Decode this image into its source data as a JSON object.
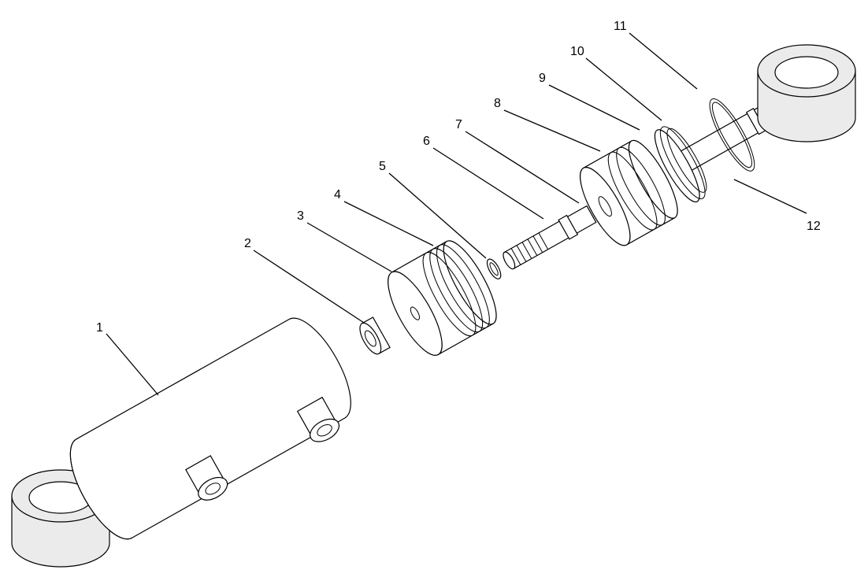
{
  "diagram": {
    "type": "exploded parts view",
    "callouts": [
      {
        "number": "1"
      },
      {
        "number": "2"
      },
      {
        "number": "3"
      },
      {
        "number": "4"
      },
      {
        "number": "5"
      },
      {
        "number": "6"
      },
      {
        "number": "7"
      },
      {
        "number": "8"
      },
      {
        "number": "9"
      },
      {
        "number": "10"
      },
      {
        "number": "11"
      },
      {
        "number": "12"
      }
    ]
  }
}
